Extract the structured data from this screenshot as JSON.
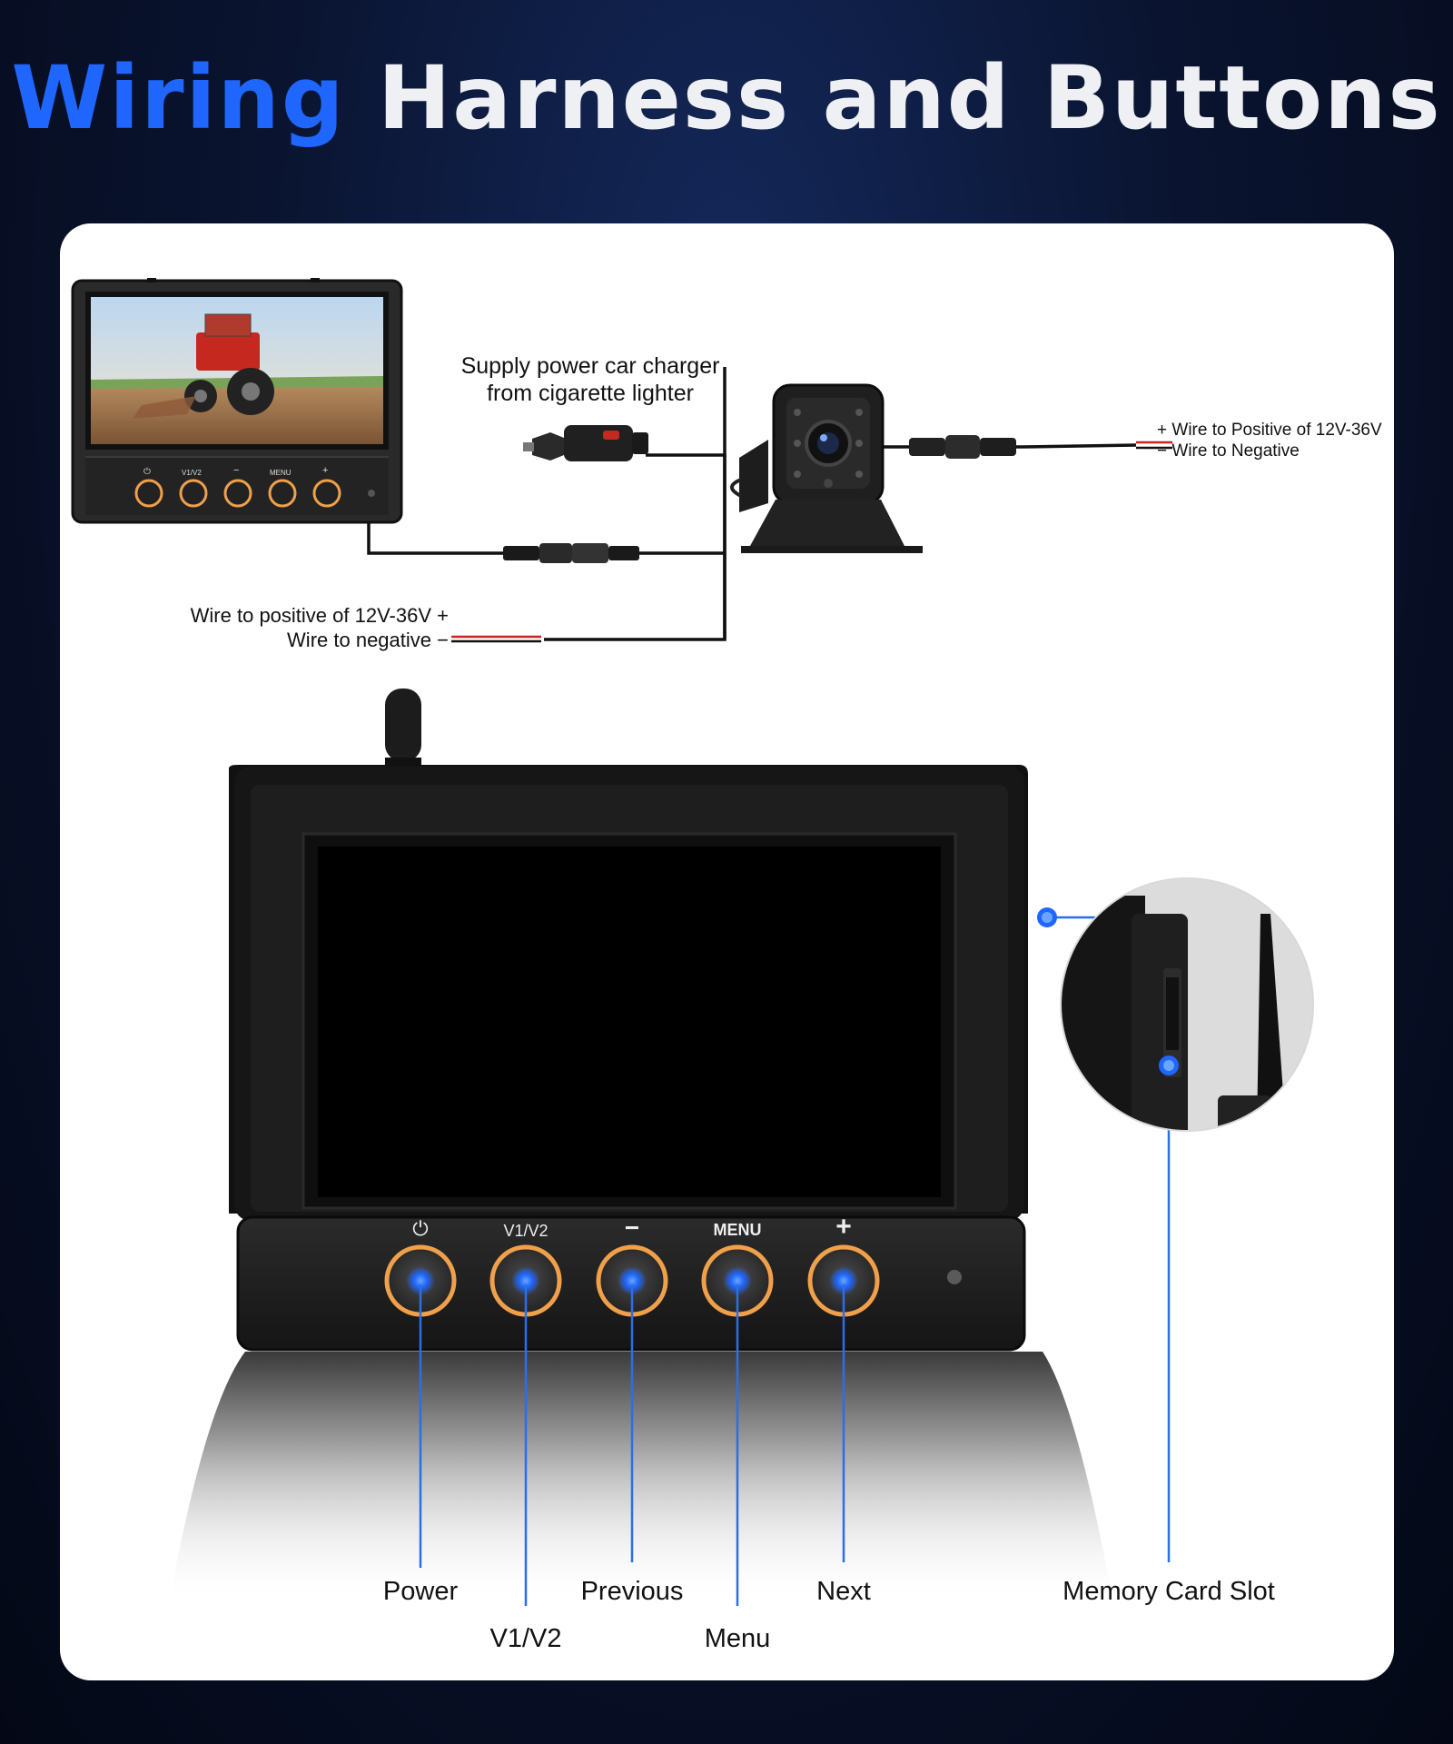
{
  "title": {
    "accent": "Wiring",
    "rest": " Harness and Buttons"
  },
  "wiring": {
    "charger_line1": "Supply power car charger",
    "charger_line2": "from cigarette lighter",
    "camera_positive": "Wire to Positive of 12V-36V",
    "camera_negative": "Wire to Negative",
    "monitor_positive": "Wire to positive of 12V-36V",
    "monitor_negative": "Wire to negative",
    "plus_sign": "+",
    "minus_sign": "−"
  },
  "small_monitor": {
    "button_marks": [
      "⏻",
      "V1/V2",
      "−",
      "MENU",
      "+"
    ]
  },
  "monitor": {
    "button_marks": [
      "⏻",
      "V1/V2",
      "−",
      "MENU",
      "+"
    ]
  },
  "callouts": {
    "power": "Power",
    "v1v2": "V1/V2",
    "previous": "Previous",
    "menu": "Menu",
    "next": "Next",
    "memory_card_slot": "Memory Card Slot"
  },
  "colors": {
    "accent_blue": "#1f66ff",
    "button_ring": "#f0a04b",
    "callout_line": "#2a6fe8",
    "positive_wire": "#d0201f"
  }
}
